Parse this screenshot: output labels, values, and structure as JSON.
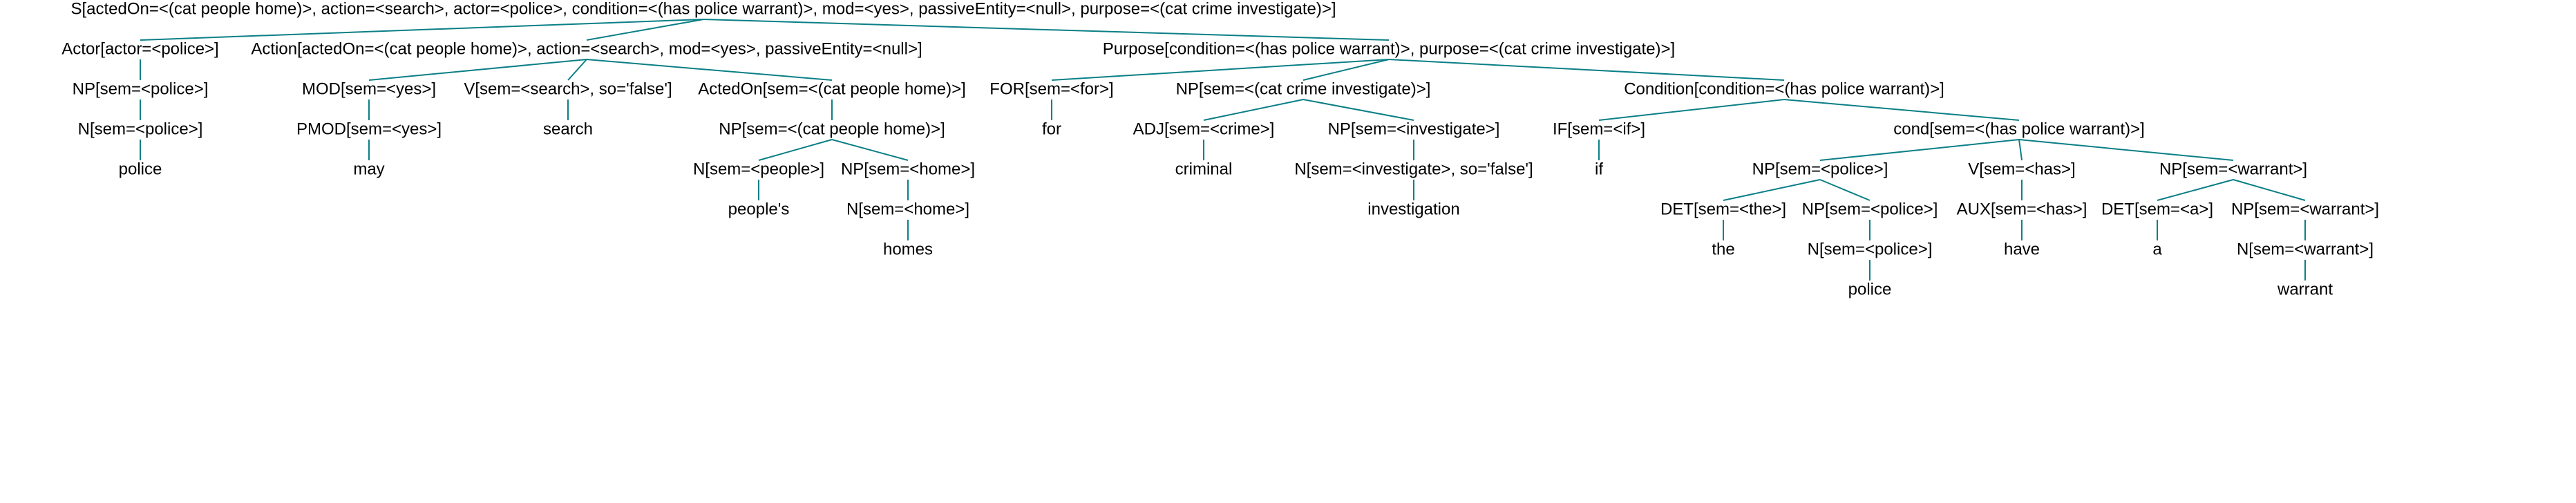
{
  "edge_color": "#0a7f86",
  "text_color": "#000000",
  "nodes": {
    "root": "S[actedOn=<(cat people home)>, action=<search>, actor=<police>, condition=<(has police warrant)>, mod=<yes>, passiveEntity=<null>, purpose=<(cat crime investigate)>]",
    "actor": "Actor[actor=<police>]",
    "actor_np": "NP[sem=<police>]",
    "actor_n": "N[sem=<police>]",
    "actor_word": "police",
    "action": "Action[actedOn=<(cat people home)>, action=<search>, mod=<yes>, passiveEntity=<null>]",
    "mod": "MOD[sem=<yes>]",
    "pmod": "PMOD[sem=<yes>]",
    "may": "may",
    "verb": "V[sem=<search>, so='false']",
    "search": "search",
    "actedon": "ActedOn[sem=<(cat people home)>]",
    "actedon_np": "NP[sem=<(cat people home)>]",
    "people_n": "N[sem=<people>]",
    "peoples": "people's",
    "home_np": "NP[sem=<home>]",
    "home_n": "N[sem=<home>]",
    "homes": "homes",
    "purpose": "Purpose[condition=<(has police warrant)>, purpose=<(cat crime investigate)>]",
    "for_node": "FOR[sem=<for>]",
    "for_word": "for",
    "purpose_np": "NP[sem=<(cat crime investigate)>]",
    "adj": "ADJ[sem=<crime>]",
    "criminal": "criminal",
    "investigate_np": "NP[sem=<investigate>]",
    "investigate_n": "N[sem=<investigate>, so='false']",
    "investigation": "investigation",
    "condition": "Condition[condition=<(has police warrant)>]",
    "if_node": "IF[sem=<if>]",
    "if_word": "if",
    "cond": "cond[sem=<(has police warrant)>]",
    "cond_np": "NP[sem=<police>]",
    "det_the": "DET[sem=<the>]",
    "the_word": "the",
    "police_np2": "NP[sem=<police>]",
    "police_n2": "N[sem=<police>]",
    "police_word2": "police",
    "verb_has": "V[sem=<has>]",
    "aux": "AUX[sem=<has>]",
    "have": "have",
    "warrant_np": "NP[sem=<warrant>]",
    "det_a": "DET[sem=<a>]",
    "a_word": "a",
    "warrant_np2": "NP[sem=<warrant>]",
    "warrant_n": "N[sem=<warrant>]",
    "warrant_word": "warrant"
  }
}
